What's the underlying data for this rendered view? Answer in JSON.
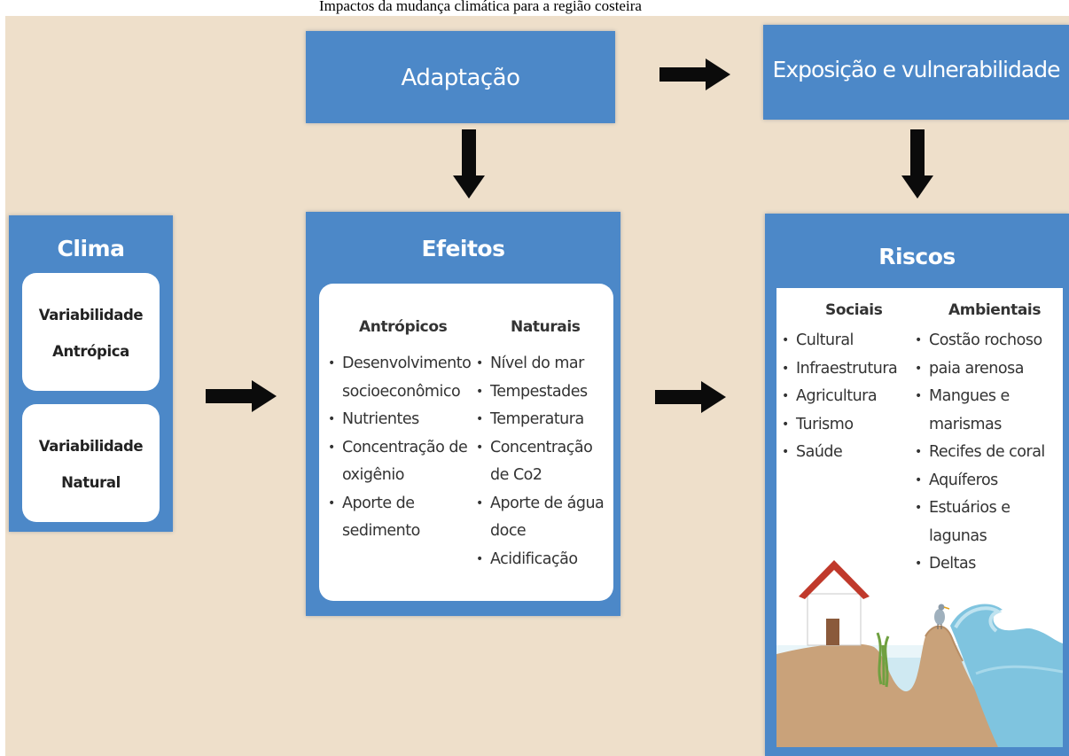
{
  "caption": "Impactos da mudança climática para a região costeira",
  "adaptacao": {
    "title": "Adaptação"
  },
  "exposicao": {
    "title": "Exposição e vulnerabilidade"
  },
  "clima": {
    "title": "Clima",
    "cards": [
      {
        "line1": "Variabilidade",
        "line2": "Antrópica"
      },
      {
        "line1": "Variabilidade",
        "line2": "Natural"
      }
    ]
  },
  "efeitos": {
    "title": "Efeitos",
    "antropicos": {
      "heading": "Antrópicos",
      "items": [
        "Desenvolvimento",
        "socioeconômico",
        "Nutrientes",
        "Concentração de",
        "oxigênio",
        "Aporte de",
        "sedimento"
      ]
    },
    "naturais": {
      "heading": "Naturais",
      "items": [
        "Nível do mar",
        "Tempestades",
        "Temperatura",
        "Concentração",
        "de Co2",
        "Aporte de água",
        "doce",
        "Acidificação"
      ]
    }
  },
  "riscos": {
    "title": "Riscos",
    "sociais": {
      "heading": "Sociais",
      "items": [
        "Cultural",
        "Infraestrutura",
        "Agricultura",
        "Turismo",
        "Saúde"
      ]
    },
    "ambientais": {
      "heading": "Ambientais",
      "items": [
        "Costão rochoso",
        "paia arenosa",
        "Mangues e",
        "marismas",
        "Recifes de coral",
        "Aquíferos",
        "Estuários e",
        "lagunas",
        "Deltas"
      ]
    }
  },
  "colors": {
    "background": "#eedfca",
    "box_blue": "#4c88c8",
    "arrow": "#0b0b0b"
  }
}
